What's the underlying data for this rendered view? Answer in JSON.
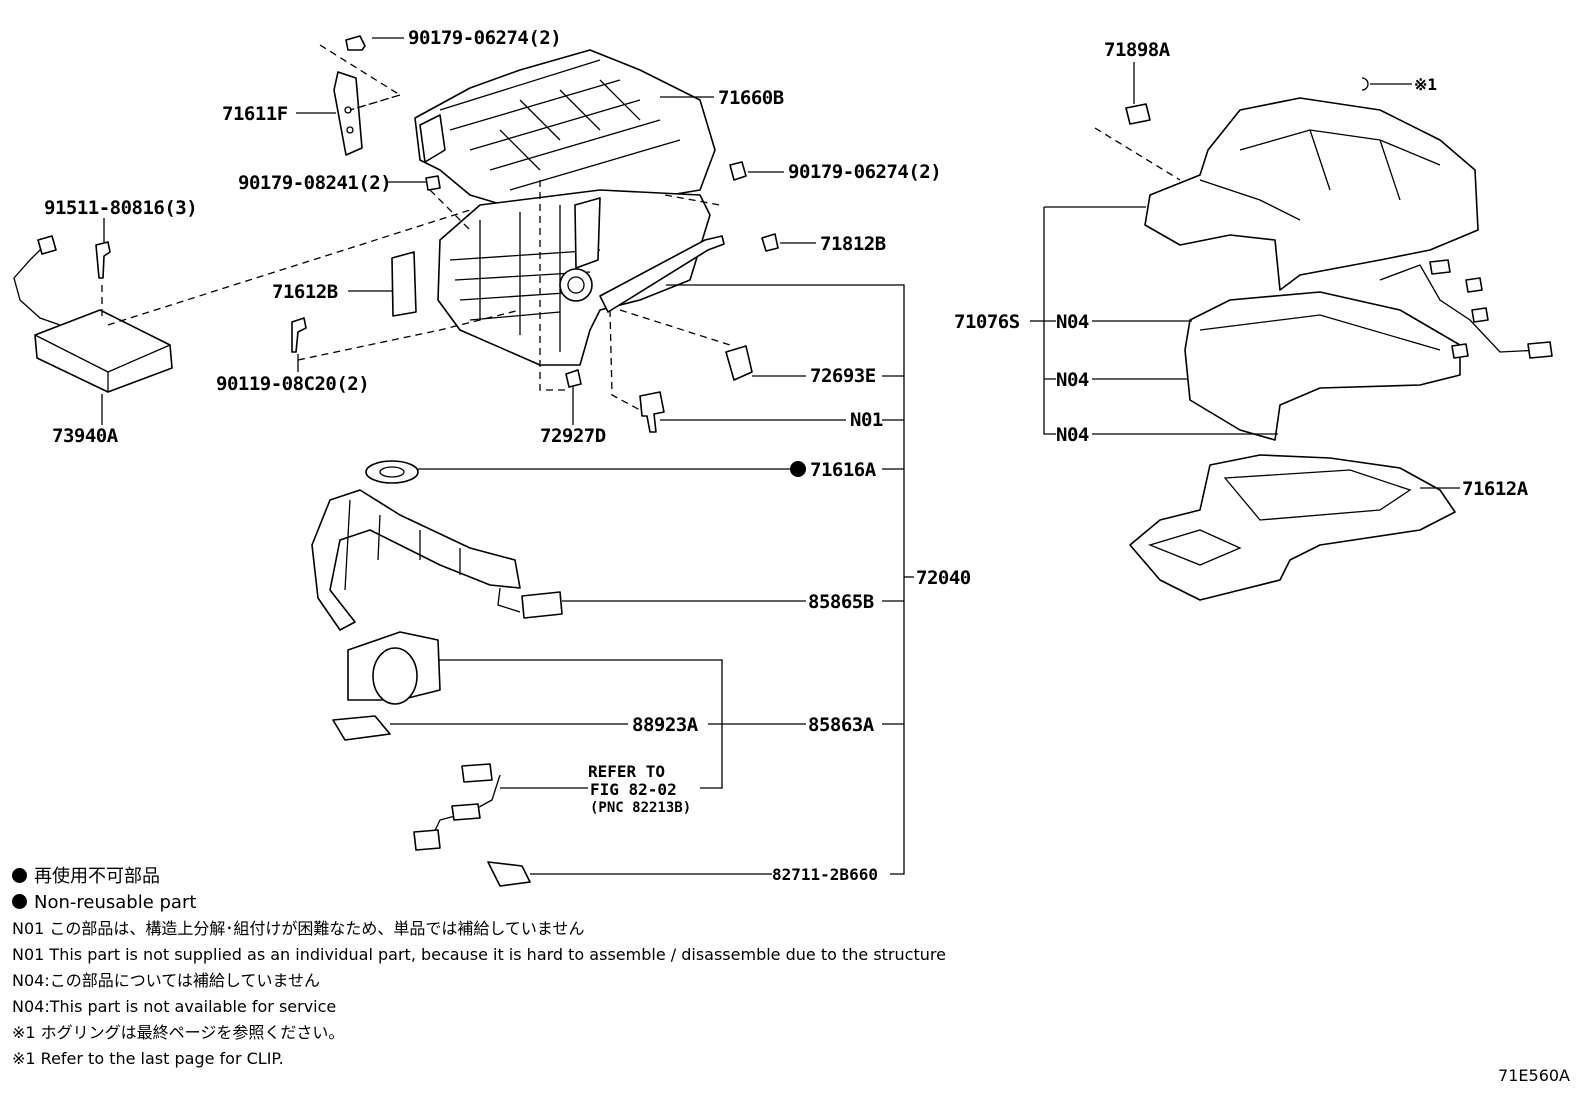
{
  "diagram": {
    "figure_id": "71E560A",
    "parts": {
      "p9017906274_top": "90179-06274(2)",
      "p71660B": "71660B",
      "p71611F": "71611F",
      "p9017908241": "90179-08241(2)",
      "p9017906274_right": "90179-06274(2)",
      "p9151180816": "91511-80816(3)",
      "p71812B": "71812B",
      "p71612B": "71612B",
      "p9011908C20": "90119-08C20(2)",
      "p72693E": "72693E",
      "p73940A": "73940A",
      "p72927D": "72927D",
      "pN01": "N01",
      "p71616A": "71616A",
      "p72040": "72040",
      "p85865B": "85865B",
      "p88923A": "88923A",
      "p85863A": "85863A",
      "refer_line1": "REFER TO",
      "refer_line2": "FIG 82-02",
      "refer_line3": "(PNC 82213B)",
      "p827112B660": "82711-2B660",
      "p71898A": "71898A",
      "clip_ref": "※1",
      "p71076S": "71076S",
      "pN04_a": "N04",
      "pN04_b": "N04",
      "pN04_c": "N04",
      "p71612A": "71612A"
    },
    "legend": {
      "nonreusable_ja": "再使用不可部品",
      "nonreusable_en": "Non-reusable part",
      "n01_ja": "N01 この部品は、構造上分解･組付けが困難なため、単品では補給していません",
      "n01_en": "N01 This part is not supplied as an individual part, because it is hard to assemble / disassemble due to the structure",
      "n04_ja": "N04:この部品については補給していません",
      "n04_en": "N04:This part is not available for service",
      "clip_ja": "※1  ホグリングは最終ページを参照ください。",
      "clip_en": "※1  Refer to the last page for CLIP."
    }
  }
}
